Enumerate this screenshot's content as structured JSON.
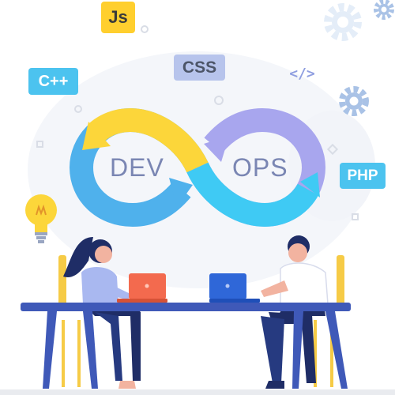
{
  "badges": {
    "js": "Js",
    "cpp": "C++",
    "css": "CSS",
    "php": "PHP",
    "code_tag": "</>"
  },
  "infinity_loop": {
    "left_label": "DEV",
    "right_label": "OPS"
  },
  "icons": [
    "gear-icon",
    "lightbulb-icon",
    "laptop-icon",
    "code-tag-icon"
  ],
  "colors": {
    "loop_yellow": "#fcd63a",
    "loop_blue": "#4fb1ec",
    "loop_lilac": "#a8a6ee",
    "loop_cyan": "#3fcaf4",
    "badge_cyan": "#4cc3ef",
    "badge_yellow": "#ffcf2e",
    "badge_lavender": "#b7c4ec",
    "laptop_orange": "#f36a4e",
    "laptop_blue": "#2f67d8",
    "table_blue": "#3f59b8",
    "chair_yellow": "#f6cb46"
  }
}
